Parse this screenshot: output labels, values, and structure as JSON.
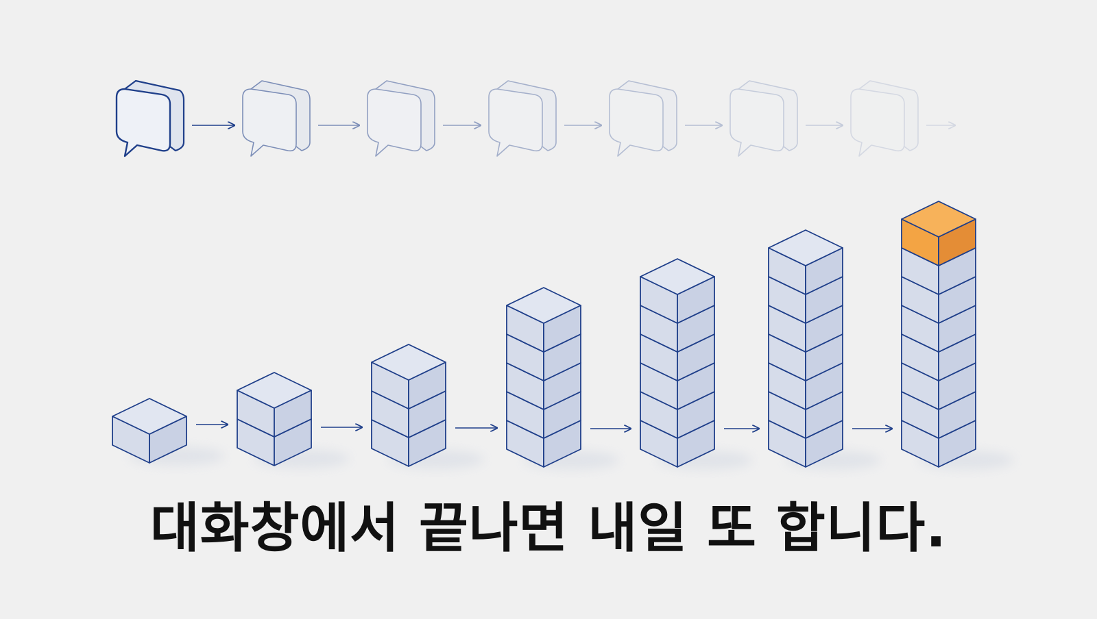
{
  "caption": "대화창에서 끝나면 내일 또 합니다.",
  "diagram": {
    "chat_sessions": {
      "count": 7,
      "opacity_levels": [
        1.0,
        0.55,
        0.45,
        0.36,
        0.28,
        0.2,
        0.13
      ],
      "icon": "speech-bubble-icon"
    },
    "stacks": {
      "block_counts": [
        1,
        2,
        3,
        5,
        6,
        7,
        8
      ],
      "highlight_top_of_last": true,
      "icon": "cube-block-icon"
    }
  },
  "colors": {
    "background": "#f0f0f0",
    "stroke": "#1f3f8a",
    "cube_top": "#e1e6f1",
    "cube_left": "#d6dcea",
    "cube_right": "#c9d1e4",
    "highlight_top": "#f7b25a",
    "highlight_left": "#f3a444",
    "highlight_right": "#e48d36",
    "text": "#111111"
  }
}
